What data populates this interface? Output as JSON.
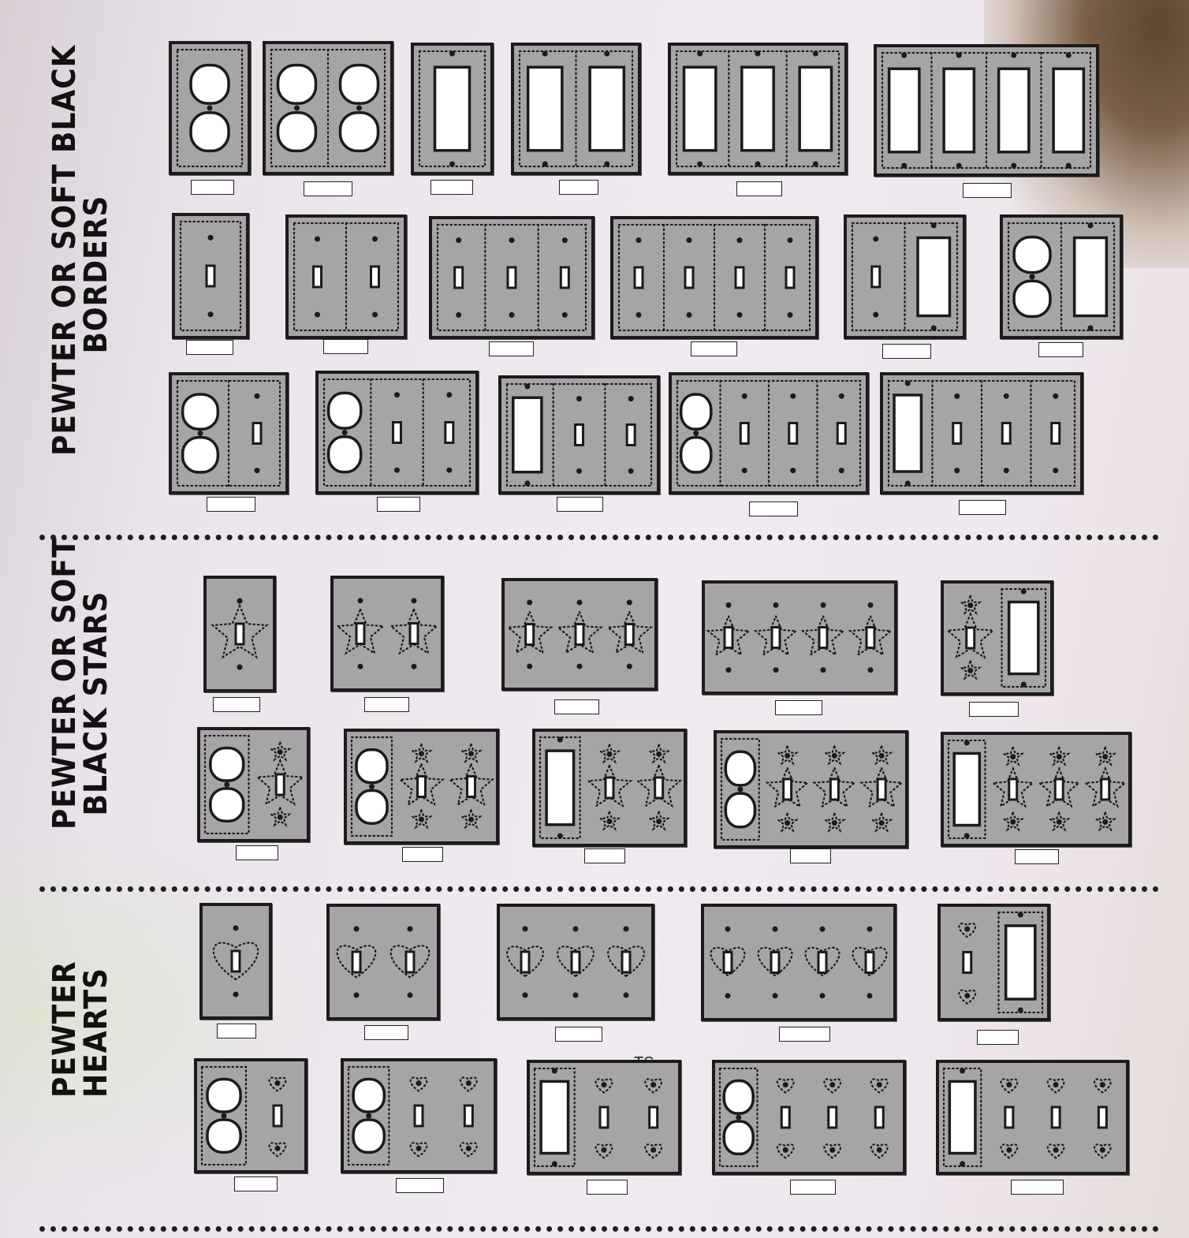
{
  "sections": [
    {
      "id": "borders",
      "title_lines": [
        "PEWTER OR SOFT BLACK",
        "BORDERS"
      ]
    },
    {
      "id": "stars",
      "title_lines": [
        "PEWTER OR SOFT",
        "BLACK STARS"
      ]
    },
    {
      "id": "hearts",
      "title_lines": [
        "PEWTER",
        "HEARTS"
      ]
    }
  ],
  "annotation": "TS",
  "plates": [
    {
      "section": "borders",
      "motif": "border",
      "gangs": [
        "outlet"
      ]
    },
    {
      "section": "borders",
      "motif": "border",
      "gangs": [
        "outlet",
        "outlet"
      ]
    },
    {
      "section": "borders",
      "motif": "border",
      "gangs": [
        "rocker"
      ]
    },
    {
      "section": "borders",
      "motif": "border",
      "gangs": [
        "rocker",
        "rocker"
      ]
    },
    {
      "section": "borders",
      "motif": "border",
      "gangs": [
        "rocker",
        "rocker",
        "rocker"
      ]
    },
    {
      "section": "borders",
      "motif": "border",
      "gangs": [
        "rocker",
        "rocker",
        "rocker",
        "rocker"
      ]
    },
    {
      "section": "borders",
      "motif": "border",
      "gangs": [
        "toggle"
      ]
    },
    {
      "section": "borders",
      "motif": "border",
      "gangs": [
        "toggle",
        "toggle"
      ]
    },
    {
      "section": "borders",
      "motif": "border",
      "gangs": [
        "toggle",
        "toggle",
        "toggle"
      ]
    },
    {
      "section": "borders",
      "motif": "border",
      "gangs": [
        "toggle",
        "toggle",
        "toggle",
        "toggle"
      ]
    },
    {
      "section": "borders",
      "motif": "border",
      "gangs": [
        "toggle",
        "rocker"
      ]
    },
    {
      "section": "borders",
      "motif": "border",
      "gangs": [
        "outlet",
        "rocker"
      ]
    },
    {
      "section": "borders",
      "motif": "border",
      "gangs": [
        "outlet",
        "toggle"
      ]
    },
    {
      "section": "borders",
      "motif": "border",
      "gangs": [
        "outlet",
        "toggle",
        "toggle"
      ]
    },
    {
      "section": "borders",
      "motif": "border",
      "gangs": [
        "rocker",
        "toggle",
        "toggle"
      ]
    },
    {
      "section": "borders",
      "motif": "border",
      "gangs": [
        "outlet",
        "toggle",
        "toggle",
        "toggle"
      ]
    },
    {
      "section": "borders",
      "motif": "border",
      "gangs": [
        "rocker",
        "toggle",
        "toggle",
        "toggle"
      ]
    },
    {
      "section": "stars",
      "motif": "star",
      "gangs": [
        "toggle"
      ]
    },
    {
      "section": "stars",
      "motif": "star",
      "gangs": [
        "toggle",
        "toggle"
      ]
    },
    {
      "section": "stars",
      "motif": "star",
      "gangs": [
        "toggle",
        "toggle",
        "toggle"
      ]
    },
    {
      "section": "stars",
      "motif": "star",
      "gangs": [
        "toggle",
        "toggle",
        "toggle",
        "toggle"
      ]
    },
    {
      "section": "stars",
      "motif": "star",
      "gangs": [
        "toggle",
        "rocker"
      ]
    },
    {
      "section": "stars",
      "motif": "star",
      "gangs": [
        "outlet",
        "toggle"
      ]
    },
    {
      "section": "stars",
      "motif": "star",
      "gangs": [
        "outlet",
        "toggle",
        "toggle"
      ]
    },
    {
      "section": "stars",
      "motif": "star",
      "gangs": [
        "rocker",
        "toggle",
        "toggle"
      ]
    },
    {
      "section": "stars",
      "motif": "star",
      "gangs": [
        "outlet",
        "toggle",
        "toggle",
        "toggle"
      ]
    },
    {
      "section": "stars",
      "motif": "star",
      "gangs": [
        "rocker",
        "toggle",
        "toggle",
        "toggle"
      ]
    },
    {
      "section": "hearts",
      "motif": "heart",
      "gangs": [
        "toggle"
      ]
    },
    {
      "section": "hearts",
      "motif": "heart",
      "gangs": [
        "toggle",
        "toggle"
      ]
    },
    {
      "section": "hearts",
      "motif": "heart",
      "gangs": [
        "toggle",
        "toggle",
        "toggle"
      ]
    },
    {
      "section": "hearts",
      "motif": "heart",
      "gangs": [
        "toggle",
        "toggle",
        "toggle",
        "toggle"
      ]
    },
    {
      "section": "hearts",
      "motif": "heart",
      "gangs": [
        "toggle",
        "rocker"
      ]
    },
    {
      "section": "hearts",
      "motif": "heart",
      "gangs": [
        "outlet",
        "toggle"
      ]
    },
    {
      "section": "hearts",
      "motif": "heart",
      "gangs": [
        "outlet",
        "toggle",
        "toggle"
      ]
    },
    {
      "section": "hearts",
      "motif": "heart",
      "gangs": [
        "rocker",
        "toggle",
        "toggle"
      ]
    },
    {
      "section": "hearts",
      "motif": "heart",
      "gangs": [
        "outlet",
        "toggle",
        "toggle",
        "toggle"
      ]
    },
    {
      "section": "hearts",
      "motif": "heart",
      "gangs": [
        "rocker",
        "toggle",
        "toggle",
        "toggle"
      ]
    }
  ],
  "colors": {
    "plate": "#a7a4a5",
    "ink": "#1b1b1b",
    "opening": "#ffffff"
  }
}
